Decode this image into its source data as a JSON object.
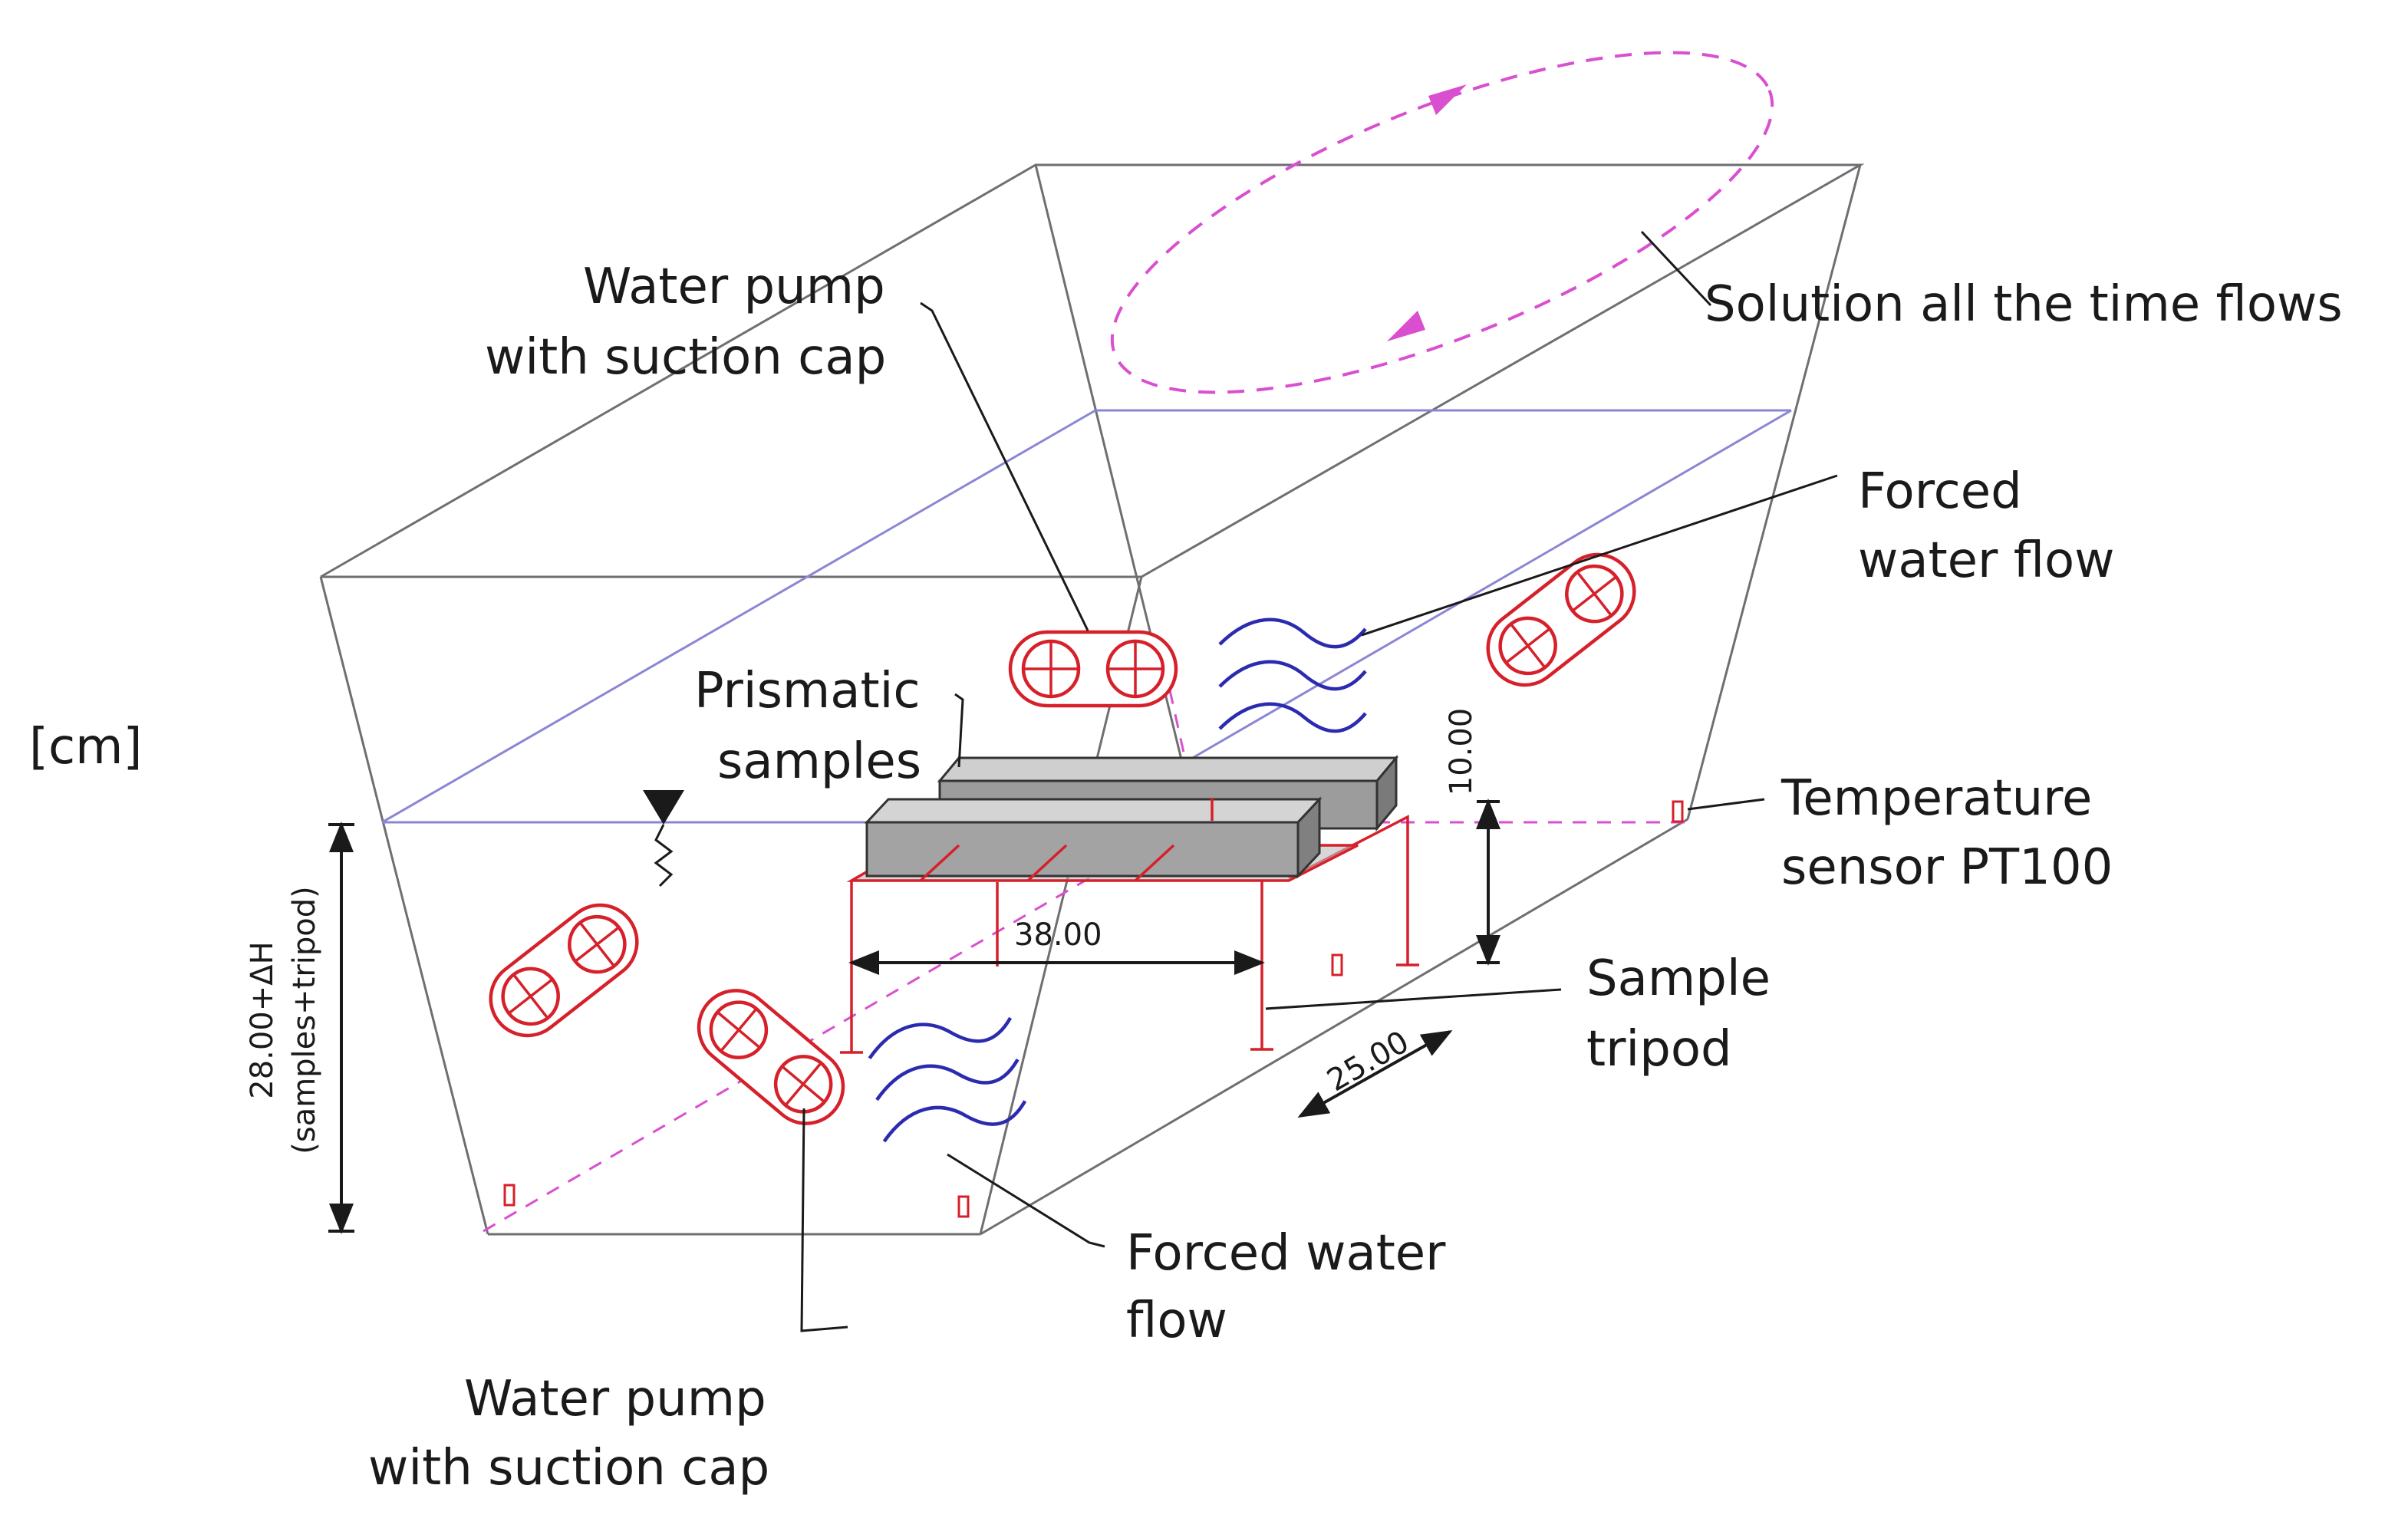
{
  "unit_label": "[cm]",
  "labels": {
    "pump_top": [
      "Water pump",
      "with suction cap"
    ],
    "pump_bottom": [
      "Water pump",
      "with suction cap"
    ],
    "solution": "Solution all the time flows",
    "forced_right": [
      "Forced",
      "water flow"
    ],
    "forced_bottom": [
      "Forced water",
      "flow"
    ],
    "prismatic": [
      "Prismatic",
      "samples"
    ],
    "temperature": [
      "Temperature",
      "sensor PT100"
    ],
    "tripod": [
      "Sample",
      "tripod"
    ]
  },
  "dimensions": {
    "width": "38.00",
    "depth": "25.00",
    "height_above": "10.00",
    "water_height": "28.00+ΔH",
    "water_height_note": "(samples+tripod)"
  },
  "colors": {
    "tank": "#6f6f73",
    "water_level": "#8a86d6",
    "equipment": "#d6202a",
    "flow_waves": "#2b2bb0",
    "circulation": "#d94fd0"
  }
}
